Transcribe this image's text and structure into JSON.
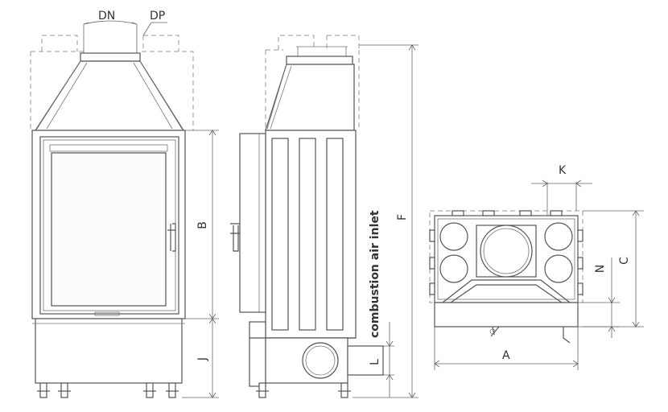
{
  "labels": {
    "dn": "DN",
    "dp": "DP",
    "b": "B",
    "j": "J",
    "f": "F",
    "l": "L",
    "k": "K",
    "n": "N",
    "c": "C",
    "a": "A",
    "air_inlet": "combustion air inlet"
  },
  "colors": {
    "line": "#555555",
    "dimension": "#666666",
    "hidden": "#999999",
    "background": "#ffffff"
  }
}
